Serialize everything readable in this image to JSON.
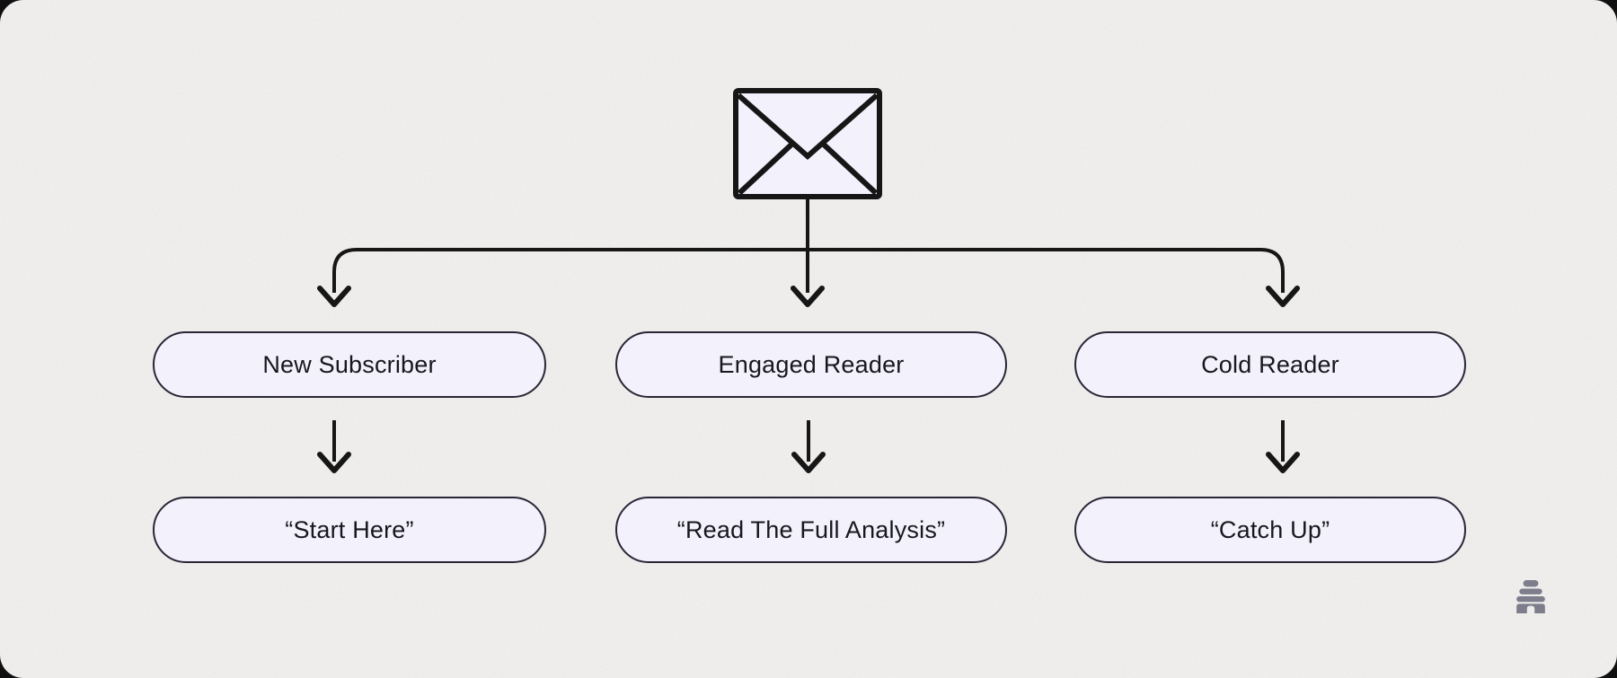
{
  "diagram": {
    "title": "",
    "root": {
      "icon": "envelope"
    },
    "branches": [
      {
        "segment_label": "New Subscriber",
        "action_label": "“Start Here”"
      },
      {
        "segment_label": "Engaged Reader",
        "action_label": "“Read The Full Analysis”"
      },
      {
        "segment_label": "Cold Reader",
        "action_label": "“Catch Up”"
      }
    ]
  },
  "watermark": {
    "icon": "beehive-logo"
  },
  "colors": {
    "background": "#f4f3f1",
    "node_fill": "#f3f1fb",
    "node_border": "#2a2636",
    "line": "#161616",
    "text": "#17171f",
    "logo": "#7d7d8b"
  }
}
